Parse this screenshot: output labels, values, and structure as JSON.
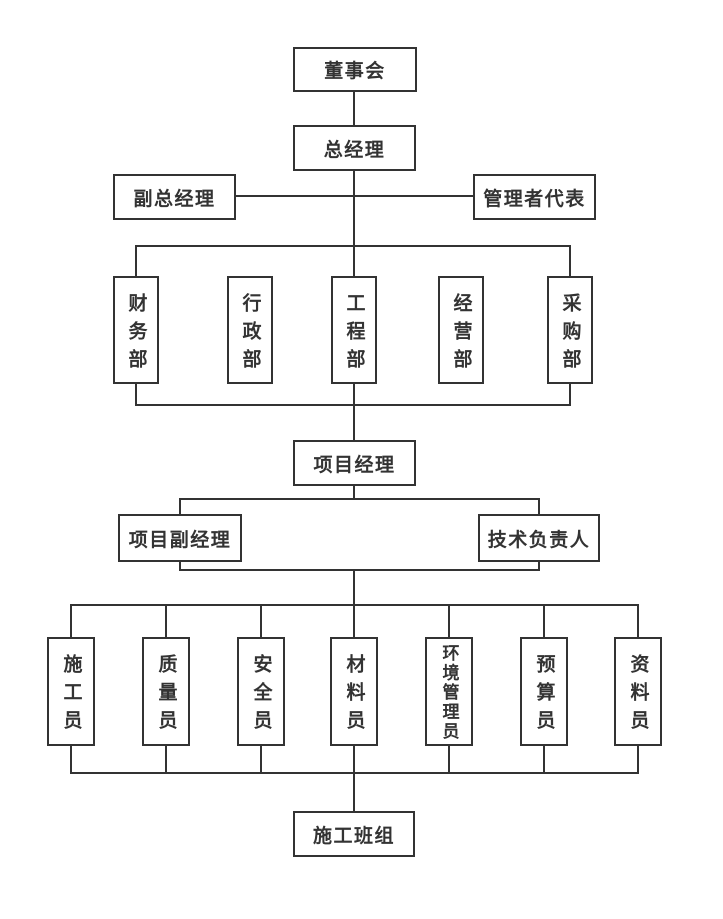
{
  "org_chart": {
    "board": {
      "label": "董事会"
    },
    "general_manager": {
      "label": "总经理"
    },
    "deputy_general_manager": {
      "label": "副总经理"
    },
    "management_representative": {
      "label": "管理者代表"
    },
    "departments": [
      {
        "label": "财务部"
      },
      {
        "label": "行政部"
      },
      {
        "label": "工程部"
      },
      {
        "label": "经营部"
      },
      {
        "label": "采购部"
      }
    ],
    "project_manager": {
      "label": "项目经理"
    },
    "deputy_project_manager": {
      "label": "项目副经理"
    },
    "technical_director": {
      "label": "技术负责人"
    },
    "site_staff": [
      {
        "label": "施工员"
      },
      {
        "label": "质量员"
      },
      {
        "label": "安全员"
      },
      {
        "label": "材料员"
      },
      {
        "label": "环境管理员"
      },
      {
        "label": "预算员"
      },
      {
        "label": "资料员"
      }
    ],
    "construction_crew": {
      "label": "施工班组"
    }
  },
  "colors": {
    "line": "#333333",
    "text": "#333333",
    "background": "#ffffff"
  }
}
